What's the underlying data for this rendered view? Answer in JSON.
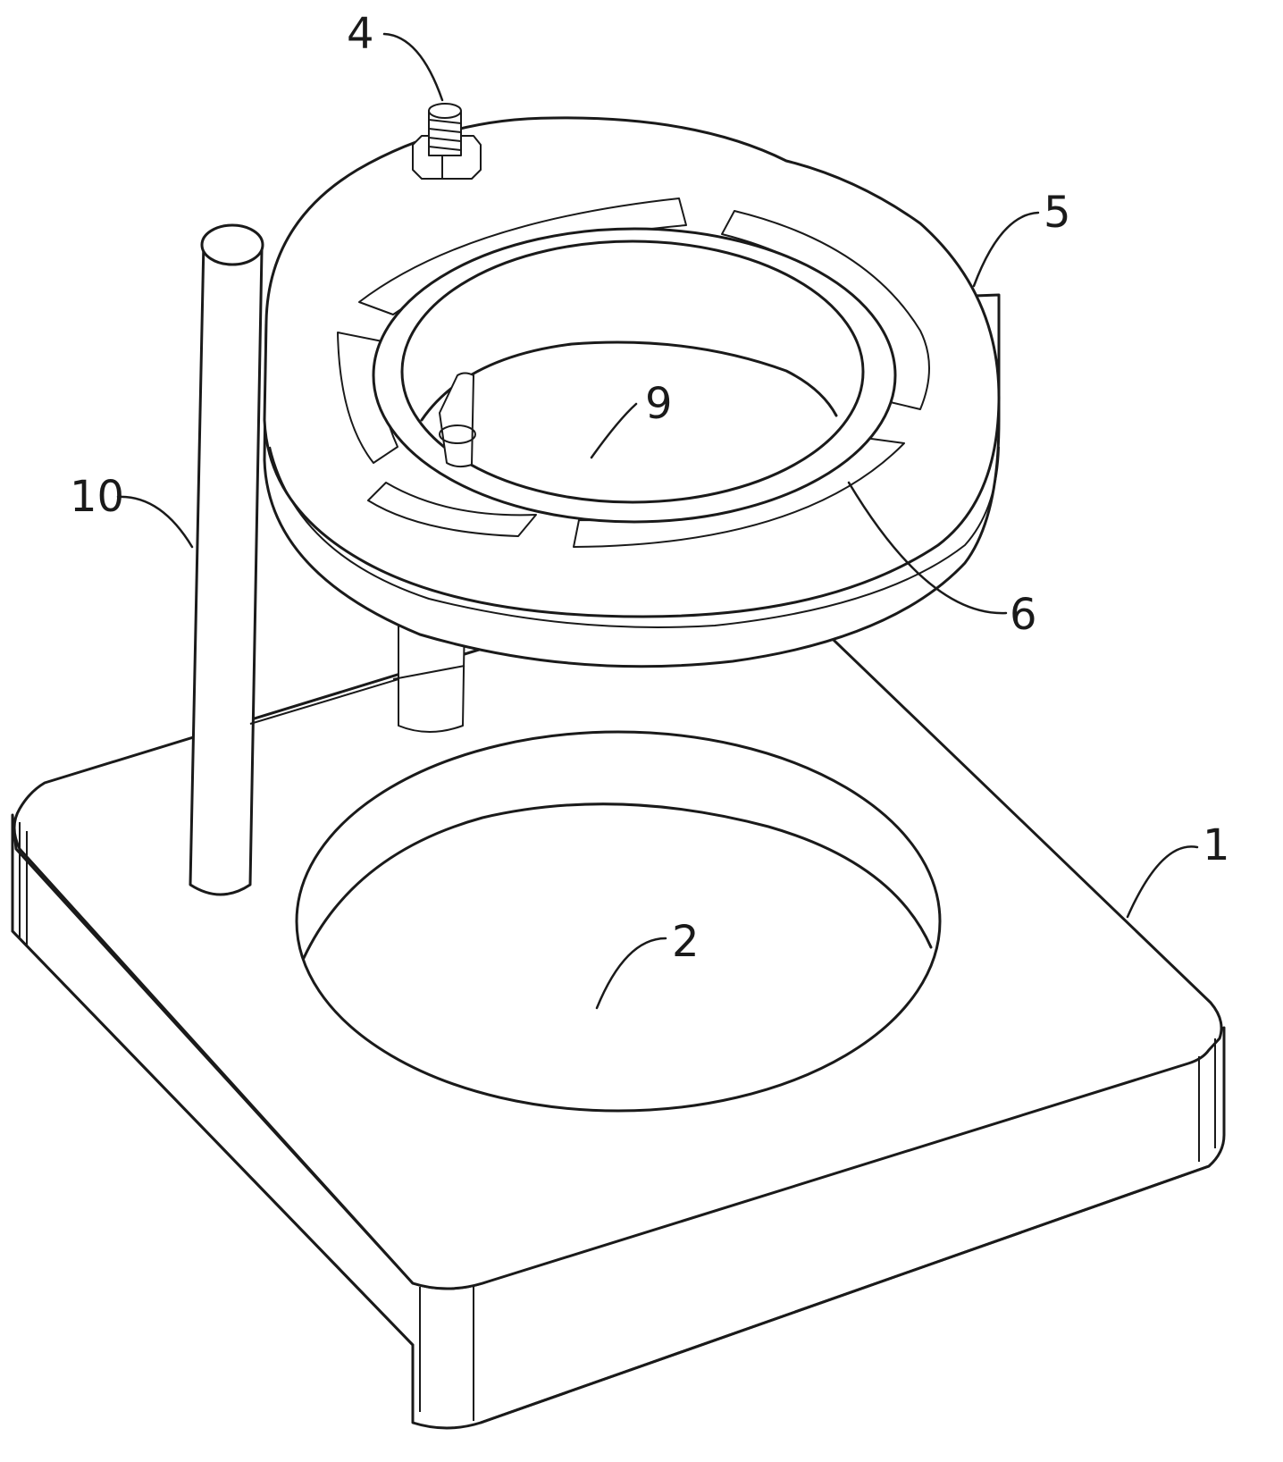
{
  "figure": {
    "labels": {
      "base": "1",
      "base_hole": "2",
      "screw": "4",
      "ring": "5",
      "inner_ring": "6",
      "center_opening": "9",
      "post": "10"
    }
  },
  "colors": {
    "line": "#1a1a1a",
    "fill": "#ffffff",
    "background": "#ffffff"
  }
}
